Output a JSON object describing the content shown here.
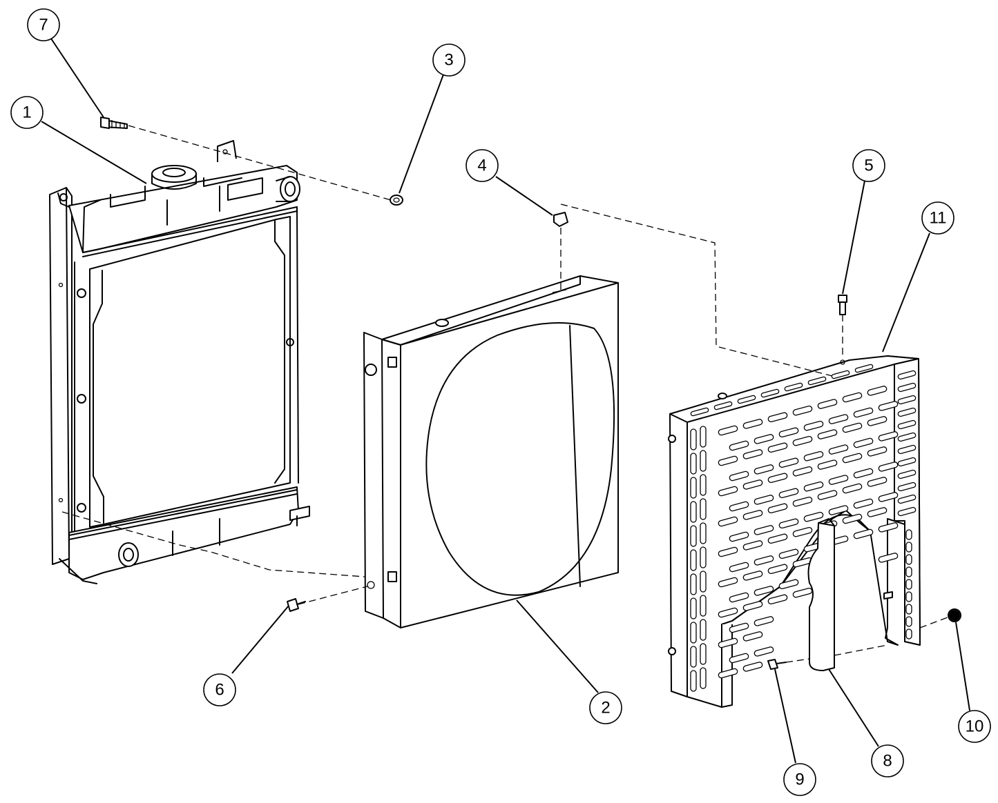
{
  "balloons": [
    {
      "label": "1"
    },
    {
      "label": "2"
    },
    {
      "label": "3"
    },
    {
      "label": "4"
    },
    {
      "label": "5"
    },
    {
      "label": "6"
    },
    {
      "label": "7"
    },
    {
      "label": "8"
    },
    {
      "label": "9"
    },
    {
      "label": "10"
    },
    {
      "label": "11"
    }
  ]
}
